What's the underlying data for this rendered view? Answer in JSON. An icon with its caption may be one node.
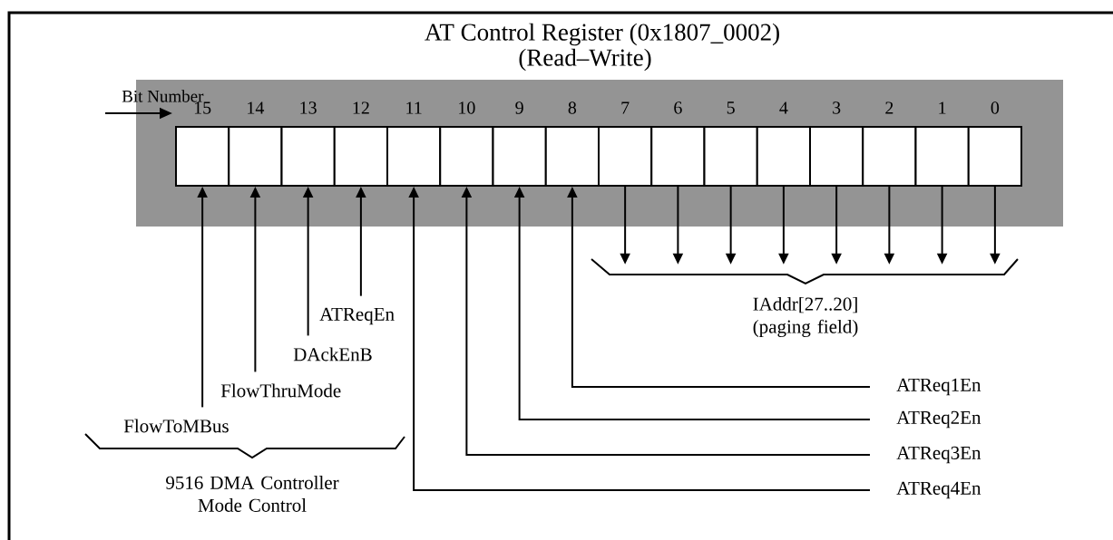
{
  "diagram": {
    "title": "AT Control Register   (0x1807_0002)",
    "nodes": [
      {
        "text": [],
        "shape": "box",
        "beside": [
          "15"
        ]
      },
      {
        "text": [],
        "shape": "box",
        "beside": [
          "14"
        ]
      },
      {
        "text": [],
        "shape": "box",
        "beside": [
          "13"
        ]
      },
      {
        "text": [],
        "shape": "box",
        "beside": [
          "12"
        ]
      },
      {
        "text": [],
        "shape": "box",
        "beside": [
          "11"
        ]
      },
      {
        "text": [],
        "shape": "box",
        "beside": [
          "10"
        ]
      },
      {
        "text": [],
        "shape": "box",
        "beside": [
          "9"
        ]
      },
      {
        "text": [],
        "shape": "box",
        "beside": [
          "8"
        ]
      },
      {
        "text": [],
        "shape": "box",
        "beside": [
          "7"
        ]
      },
      {
        "text": [],
        "shape": "box",
        "beside": [
          "6"
        ]
      },
      {
        "text": [],
        "shape": "box",
        "beside": [
          "5"
        ]
      },
      {
        "text": [],
        "shape": "box",
        "beside": [
          "4"
        ]
      },
      {
        "text": [],
        "shape": "box",
        "beside": [
          "3"
        ]
      },
      {
        "text": [],
        "shape": "box",
        "beside": [
          "2"
        ]
      },
      {
        "text": [],
        "shape": "box",
        "beside": [
          "1"
        ]
      },
      {
        "text": [],
        "shape": "box",
        "beside": [
          "0"
        ]
      },
      {
        "text": [
          "ATReqEn"
        ]
      },
      {
        "text": [
          "DAckEnB"
        ]
      },
      {
        "text": [
          "FlowThruMode"
        ]
      },
      {
        "text": [
          "FlowToMBus"
        ]
      },
      {
        "text": [
          "ATReq1En"
        ]
      },
      {
        "text": [
          "ATReq2En"
        ]
      },
      {
        "text": [
          "ATReq3En"
        ]
      },
      {
        "text": [
          "ATReq4En"
        ]
      },
      {
        "text": [
          "IAddr[27..20] (paging field)"
        ]
      }
    ],
    "edges": [
      {
        "from": 16,
        "to": 3,
        "arrow": "to"
      },
      {
        "from": 17,
        "to": 2,
        "arrow": "to"
      },
      {
        "from": 18,
        "to": 1,
        "arrow": "to"
      },
      {
        "from": 19,
        "to": 0,
        "arrow": "to"
      },
      {
        "from": 20,
        "to": 7,
        "arrow": "to"
      },
      {
        "from": 21,
        "to": 6,
        "arrow": "to"
      },
      {
        "from": 22,
        "to": 5,
        "arrow": "to"
      },
      {
        "from": 23,
        "to": 4,
        "arrow": "to"
      },
      {
        "from": 8,
        "to": 24,
        "arrow": "to"
      },
      {
        "from": 9,
        "to": 24,
        "arrow": "to"
      },
      {
        "from": 10,
        "to": 24,
        "arrow": "to"
      },
      {
        "from": 11,
        "to": 24,
        "arrow": "to"
      },
      {
        "from": 12,
        "to": 24,
        "arrow": "to"
      },
      {
        "from": 13,
        "to": 24,
        "arrow": "to"
      },
      {
        "from": 14,
        "to": 24,
        "arrow": "to"
      },
      {
        "from": 15,
        "to": 24,
        "arrow": "to"
      }
    ],
    "labels": [
      "(Read–Write)",
      "Bit Number",
      "9516 DMA Controller Mode Control"
    ]
  }
}
